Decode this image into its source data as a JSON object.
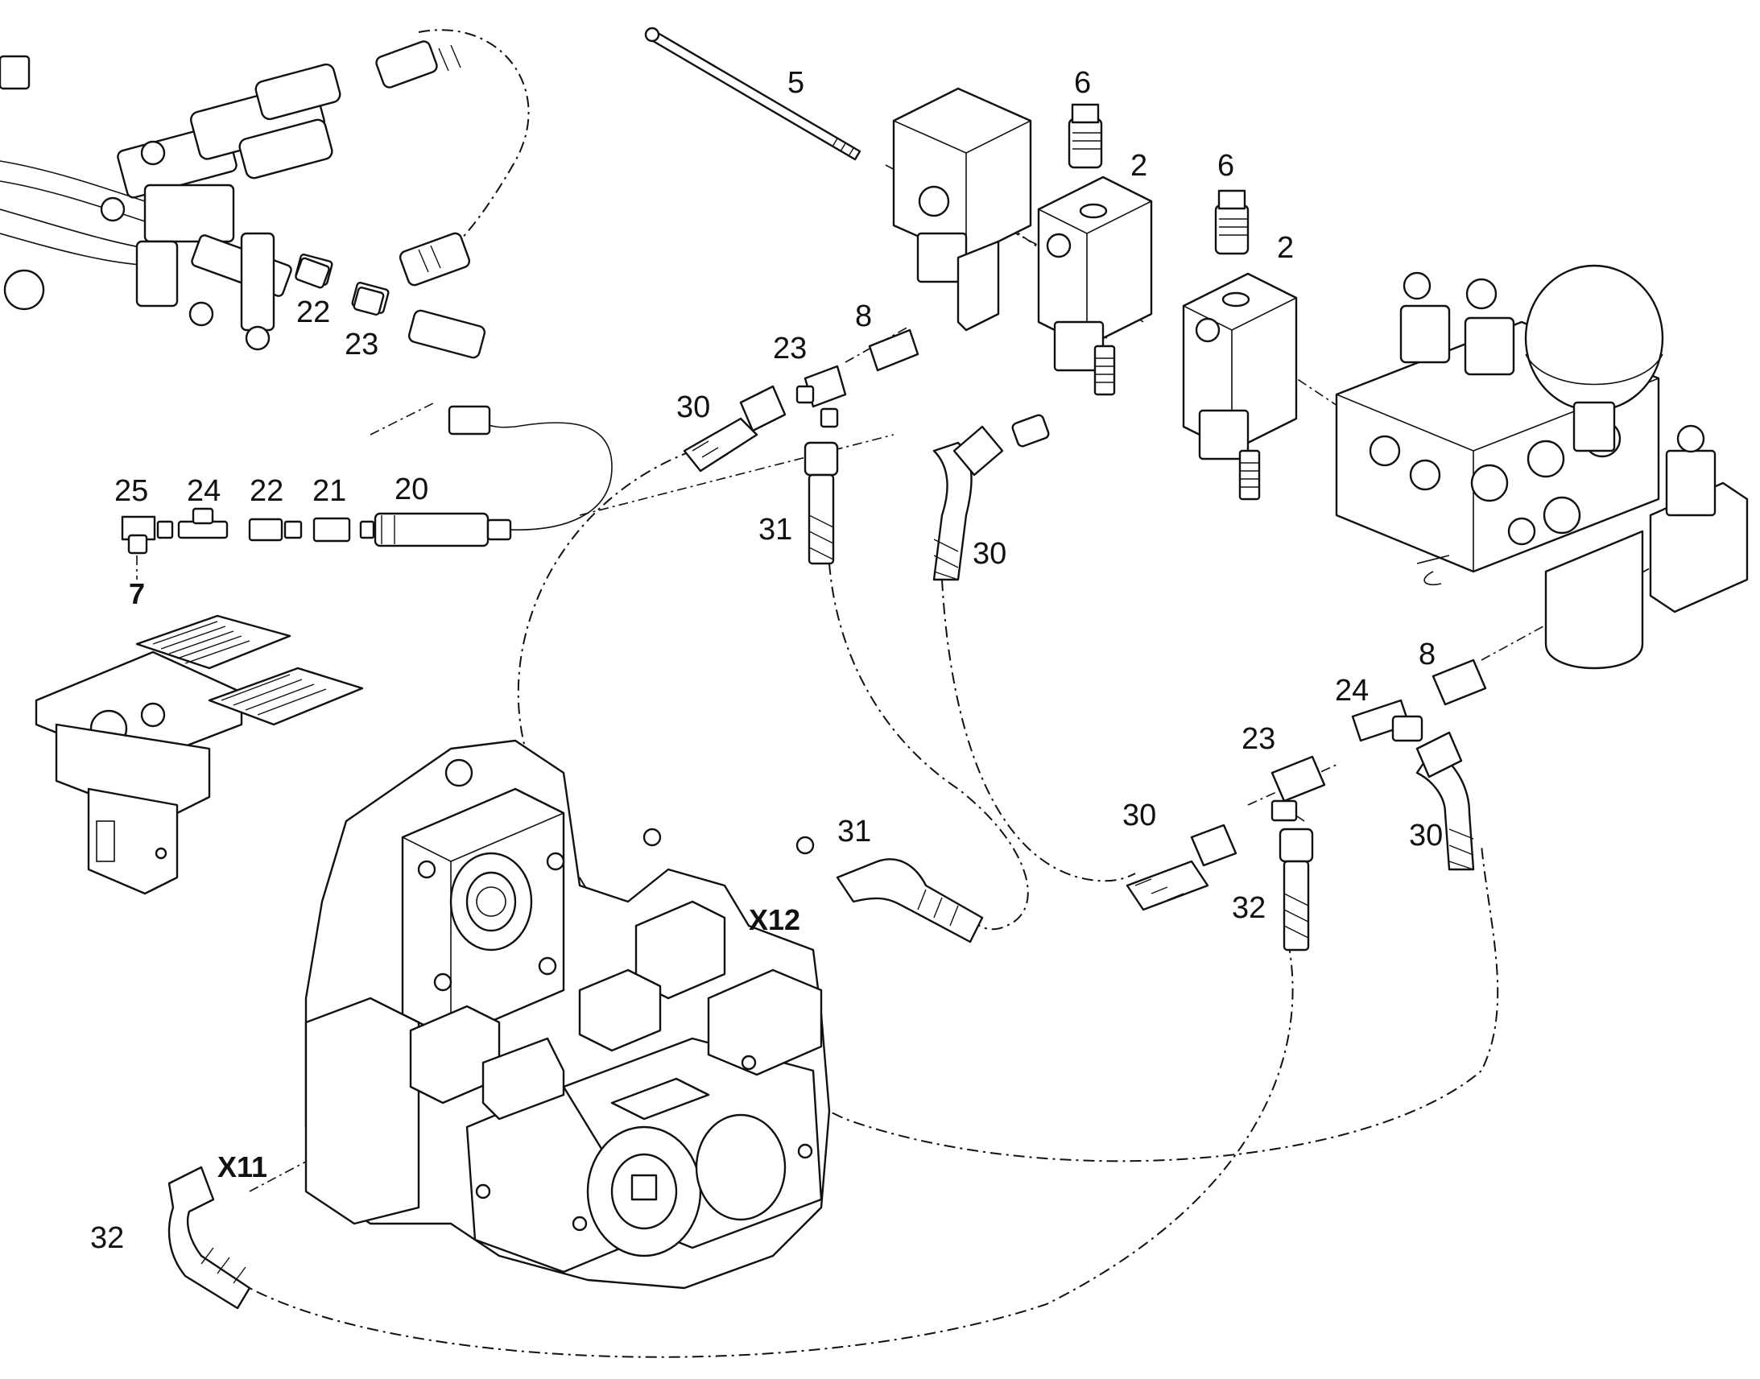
{
  "labels": [
    {
      "text": "5"
    },
    {
      "text": "6"
    },
    {
      "text": "2"
    },
    {
      "text": "6"
    },
    {
      "text": "2"
    },
    {
      "text": "22"
    },
    {
      "text": "23"
    },
    {
      "text": "23"
    },
    {
      "text": "8"
    },
    {
      "text": "30"
    },
    {
      "text": "25"
    },
    {
      "text": "24"
    },
    {
      "text": "22"
    },
    {
      "text": "21"
    },
    {
      "text": "20"
    },
    {
      "text": "31"
    },
    {
      "text": "30"
    },
    {
      "text": "7"
    },
    {
      "text": "8"
    },
    {
      "text": "24"
    },
    {
      "text": "23"
    },
    {
      "text": "30"
    },
    {
      "text": "30"
    },
    {
      "text": "31"
    },
    {
      "text": "X12"
    },
    {
      "text": "32"
    },
    {
      "text": "X11"
    },
    {
      "text": "32"
    }
  ]
}
